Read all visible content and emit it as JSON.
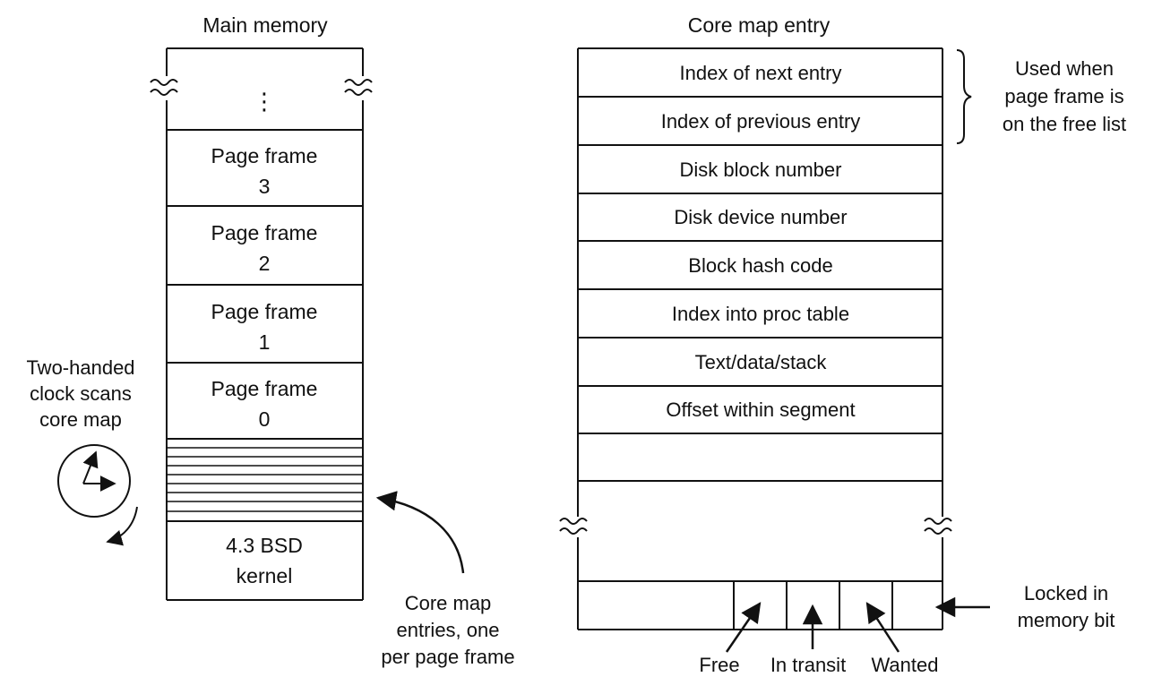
{
  "main_memory": {
    "title": "Main memory",
    "ellipsis": "⋮",
    "frames": [
      {
        "line1": "Page frame",
        "line2": "3"
      },
      {
        "line1": "Page frame",
        "line2": "2"
      },
      {
        "line1": "Page frame",
        "line2": "1"
      },
      {
        "line1": "Page frame",
        "line2": "0"
      }
    ],
    "kernel": {
      "line1": "4.3 BSD",
      "line2": "kernel"
    }
  },
  "clock": {
    "label_lines": [
      "Two-handed",
      "clock scans",
      "core map"
    ],
    "icon": "two-handed-clock-icon"
  },
  "core_map_note": {
    "lines": [
      "Core map",
      "entries, one",
      "per page frame"
    ]
  },
  "core_map_entry": {
    "title": "Core map entry",
    "fields": [
      "Index of next entry",
      "Index of previous entry",
      "Disk block number",
      "Disk device number",
      "Block hash code",
      "Index into proc table",
      "Text/data/stack",
      "Offset within segment"
    ]
  },
  "free_list_note": {
    "lines": [
      "Used when",
      "page frame is",
      "on the free list"
    ]
  },
  "bit_labels": {
    "free": "Free",
    "in_transit": "In transit",
    "wanted": "Wanted",
    "locked": [
      "Locked in",
      "memory bit"
    ]
  }
}
